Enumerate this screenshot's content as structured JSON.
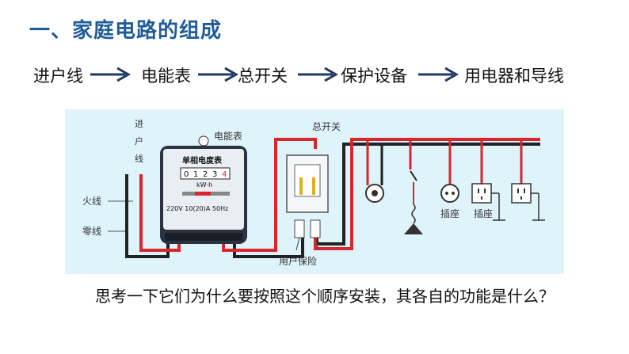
{
  "title": "一、家庭电路的组成",
  "flow": [
    "进户线",
    "电能表",
    "总开关",
    "保护设备",
    "用电器和导线"
  ],
  "diagram": {
    "incoming_wire_label": "进户线",
    "live_wire_label": "火线",
    "neutral_wire_label": "零线",
    "meter_label": "电能表",
    "meter_title": "单相电度表",
    "meter_digits": [
      "0",
      "1",
      "2",
      "3",
      "4"
    ],
    "meter_unit": "kW·h",
    "meter_rating": "220V 10(20)A 50Hz",
    "main_switch_label": "总开关",
    "fuse_label": "用户保险",
    "socket_label_1": "插座",
    "socket_label_2": "插座"
  },
  "question": "思考一下它们为什么要按照这个顺序安装，其各自的功能是什么？",
  "colors": {
    "title": "#1f5c99",
    "arrow": "#1f3864",
    "live": "#d7262e",
    "neutral": "#222222",
    "diagram_bg": "#dff3fb"
  }
}
